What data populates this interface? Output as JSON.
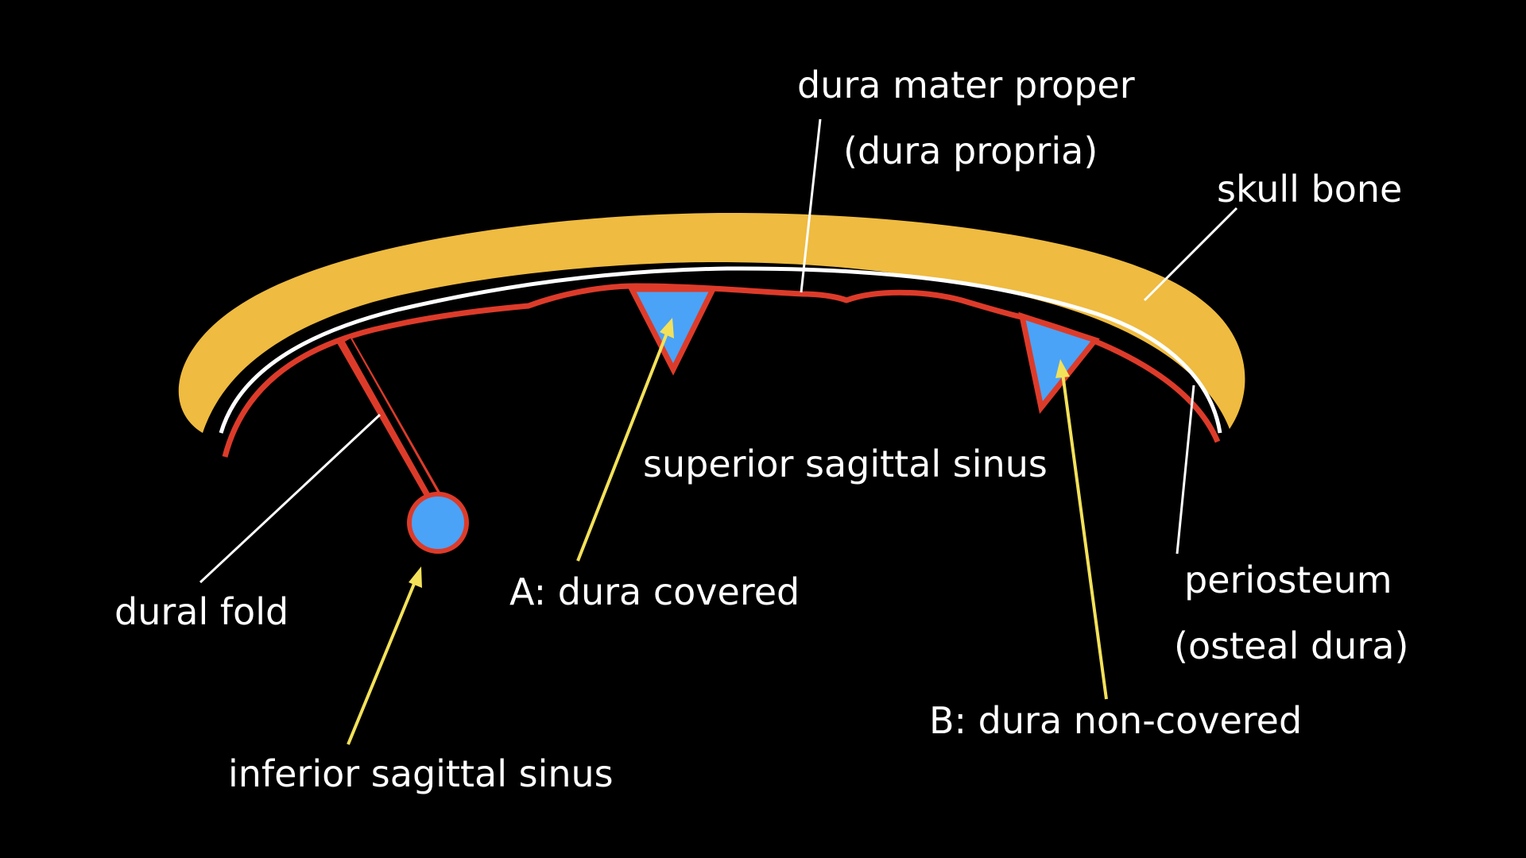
{
  "colors": {
    "background": "#000000",
    "skull_bone": "#efbb40",
    "periosteum": "#ffffff",
    "dura": "#dd3b2a",
    "sinus_fill": "#4aa3f7",
    "arrow_yellow": "#f3e15a",
    "leader_white": "#ffffff",
    "text": "#ffffff"
  },
  "labels": {
    "dura_mater_proper": "dura mater proper",
    "dura_propria": "(dura propria)",
    "skull_bone": "skull bone",
    "superior_sagittal_sinus": "superior sagittal sinus",
    "a_dura_covered": "A: dura covered",
    "dural_fold": "dural fold",
    "periosteum": "periosteum",
    "osteal_dura": "(osteal dura)",
    "b_dura_non_covered": "B: dura non-covered",
    "inferior_sagittal_sinus": "inferior sagittal sinus"
  }
}
